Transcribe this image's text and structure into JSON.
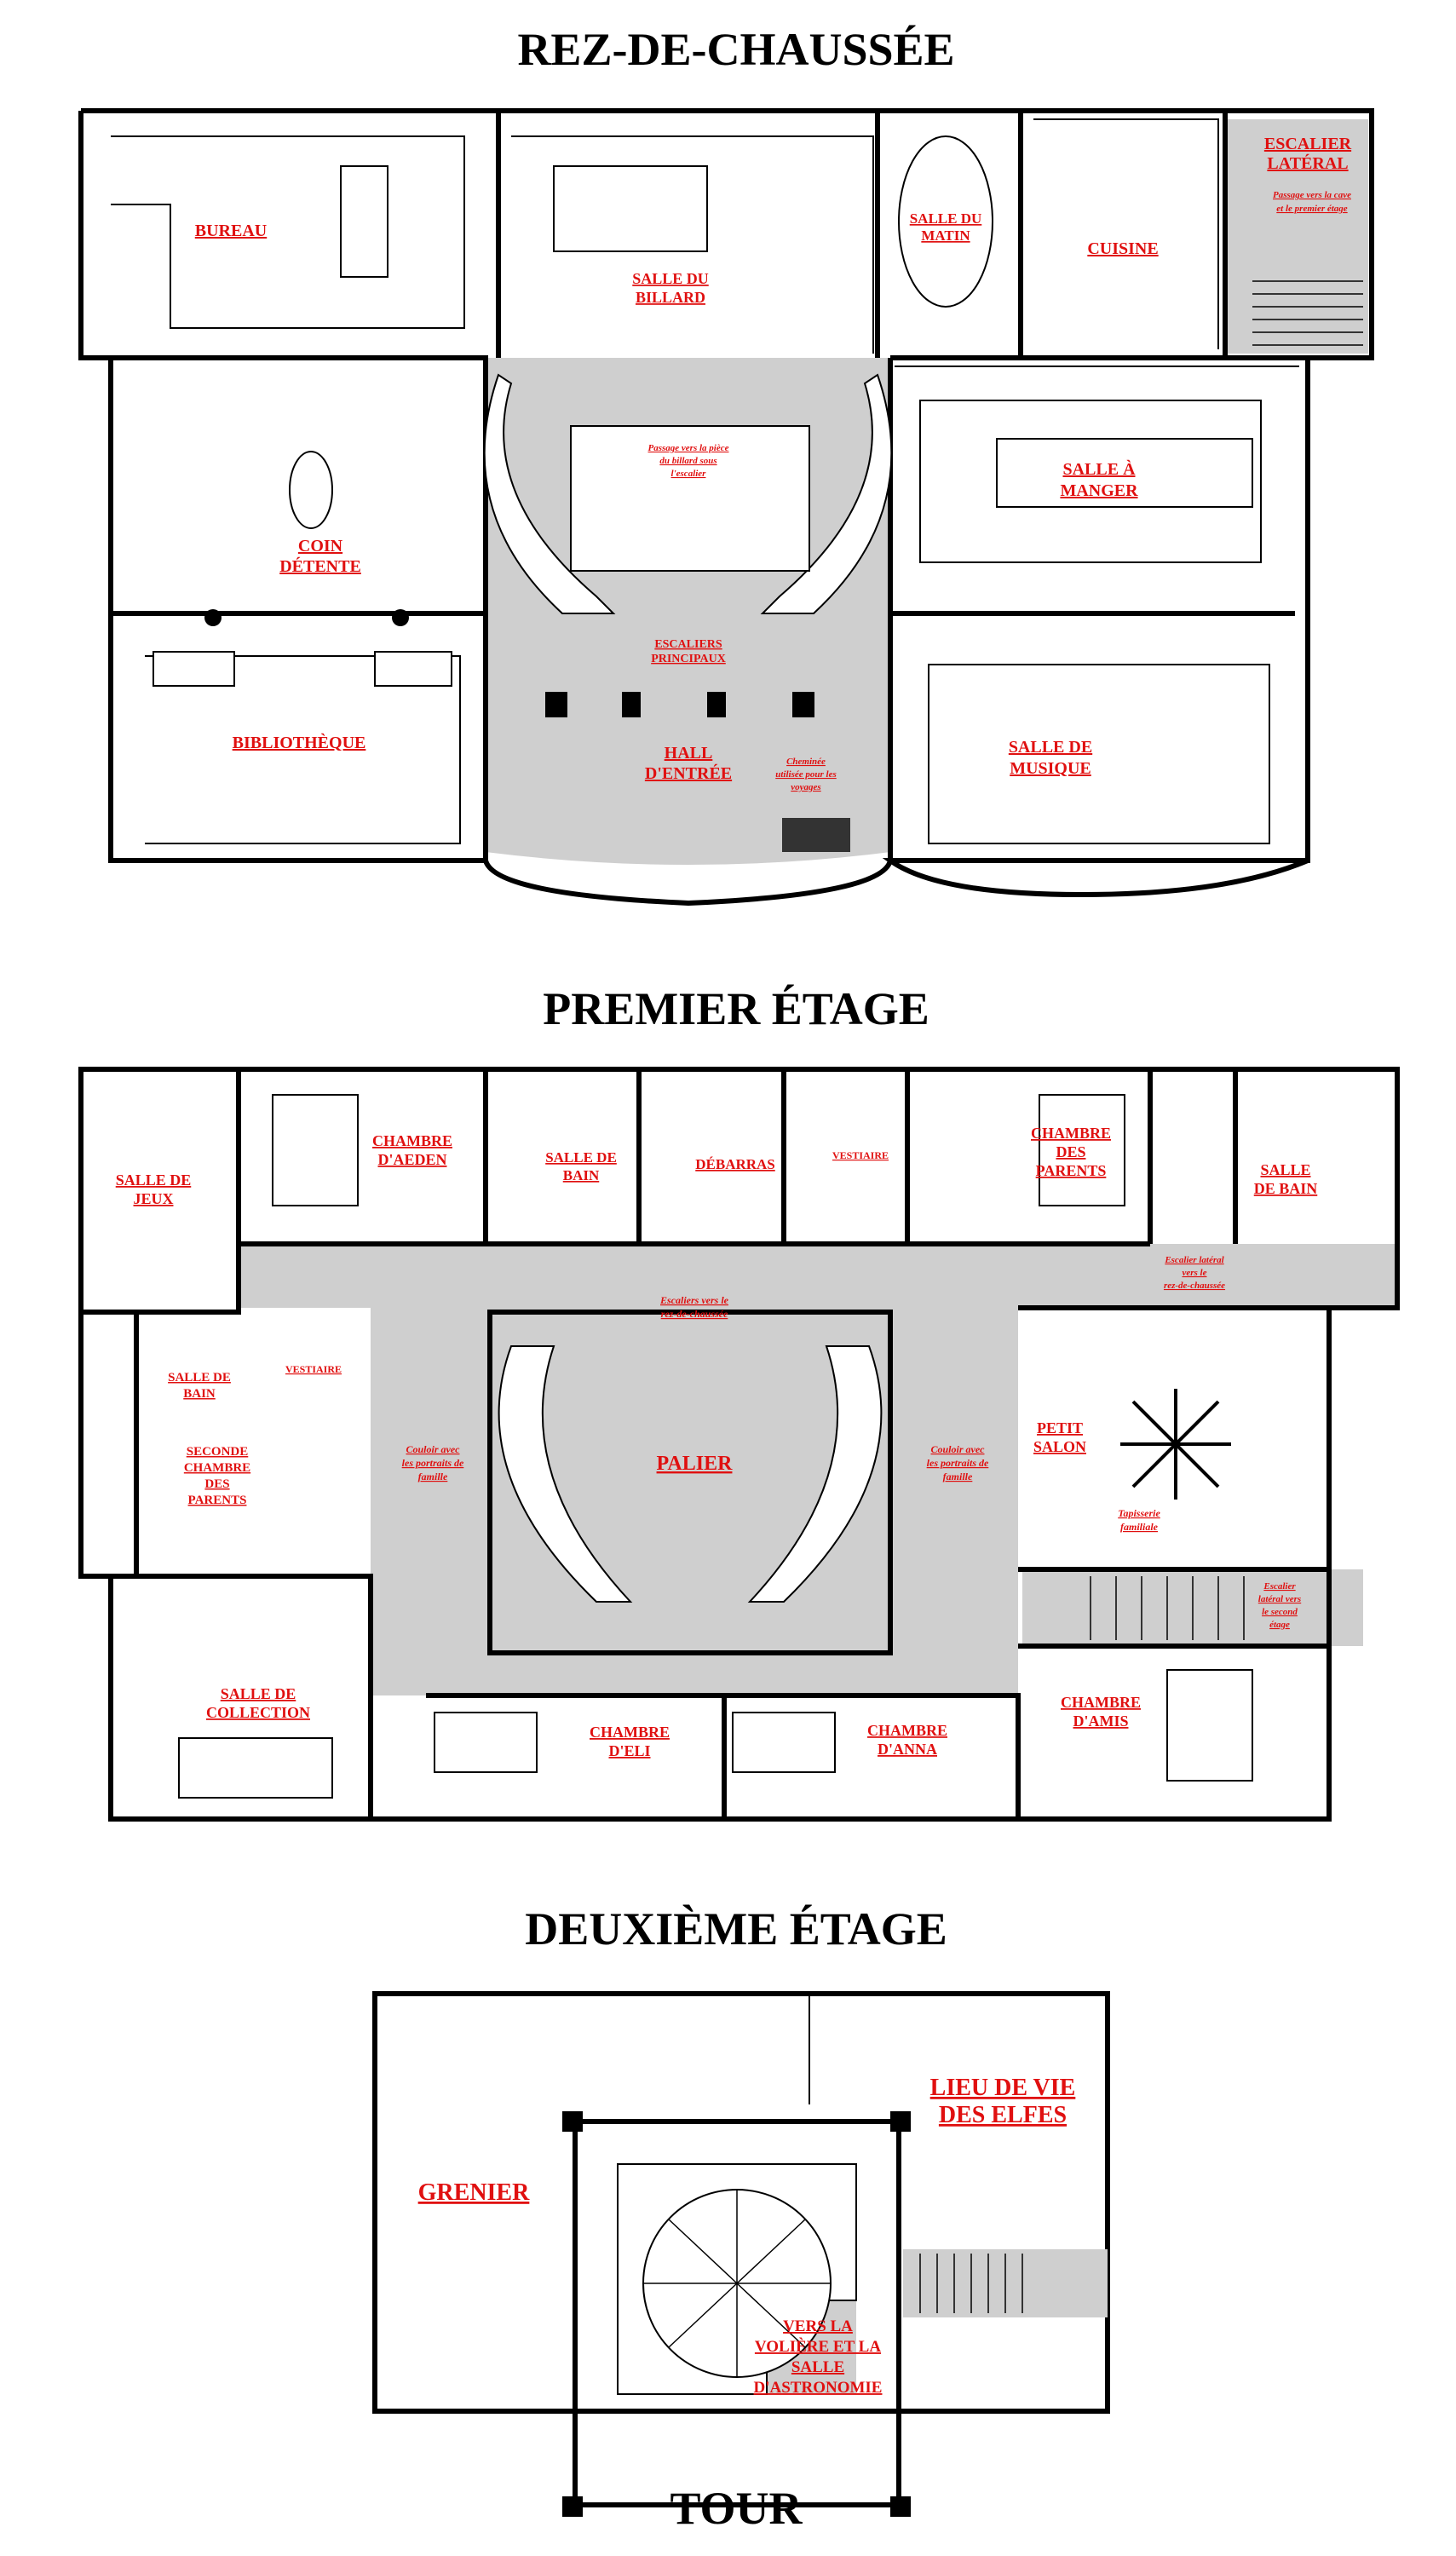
{
  "floors": {
    "ground": "REZ-DE-CHAUSSÉE",
    "first": "PREMIER ÉTAGE",
    "second": "DEUXIÈME ÉTAGE",
    "tower": "TOUR"
  },
  "ground_rooms": {
    "bureau": "BUREAU",
    "billard_1": "SALLE DU",
    "billard_2": "BILLARD",
    "matin_1": "SALLE DU",
    "matin_2": "MATIN",
    "cuisine": "CUISINE",
    "escalier_lat_1": "ESCALIER",
    "escalier_lat_2": "LATÉRAL",
    "escalier_lat_note_1": "Passage vers la cave",
    "escalier_lat_note_2": "et le premier étage",
    "passage_1": "Passage vers la pièce",
    "passage_2": "du billard sous",
    "passage_3": "l'escalier",
    "coin_1": "COIN",
    "coin_2": "DÉTENTE",
    "manger_1": "SALLE À",
    "manger_2": "MANGER",
    "escaliers_1": "ESCALIERS",
    "escaliers_2": "PRINCIPAUX",
    "bibliotheque": "BIBLIOTHÈQUE",
    "hall_1": "HALL",
    "hall_2": "D'ENTRÉE",
    "cheminee_1": "Cheminée",
    "cheminee_2": "utilisée pour les",
    "cheminee_3": "voyages",
    "musique_1": "SALLE DE",
    "musique_2": "MUSIQUE"
  },
  "first_rooms": {
    "jeux_1": "SALLE DE",
    "jeux_2": "JEUX",
    "aeden_1": "CHAMBRE",
    "aeden_2": "D'AEDEN",
    "bain1_1": "SALLE DE",
    "bain1_2": "BAIN",
    "debarras": "DÉBARRAS",
    "vestiaire1": "VESTIAIRE",
    "parents_1": "CHAMBRE",
    "parents_2": "DES",
    "parents_3": "PARENTS",
    "bain2_1": "SALLE",
    "bain2_2": "DE BAIN",
    "esc_rdc_1": "Escalier latéral",
    "esc_rdc_2": "vers le",
    "esc_rdc_3": "rez-de-chaussée",
    "bain3_1": "SALLE DE",
    "bain3_2": "BAIN",
    "vestiaire2": "VESTIAIRE",
    "seconde_1": "SECONDE",
    "seconde_2": "CHAMBRE",
    "seconde_3": "DES",
    "seconde_4": "PARENTS",
    "couloir_l_1": "Couloir avec",
    "couloir_l_2": "les portraits de",
    "couloir_l_3": "famille",
    "esc_vers_1": "Escaliers vers le",
    "esc_vers_2": "rez-de-chaussée",
    "palier": "PALIER",
    "couloir_r_1": "Couloir avec",
    "couloir_r_2": "les portraits de",
    "couloir_r_3": "famille",
    "petit_1": "PETIT",
    "petit_2": "SALON",
    "tapisserie_1": "Tapisserie",
    "tapisserie_2": "familiale",
    "esc_second_1": "Escalier",
    "esc_second_2": "latéral vers",
    "esc_second_3": "le second",
    "esc_second_4": "étage",
    "collection_1": "SALLE DE",
    "collection_2": "COLLECTION",
    "eli_1": "CHAMBRE",
    "eli_2": "D'ELI",
    "anna_1": "CHAMBRE",
    "anna_2": "D'ANNA",
    "amis_1": "CHAMBRE",
    "amis_2": "D'AMIS"
  },
  "second_rooms": {
    "grenier": "GRENIER",
    "elfes_1": "LIEU DE VIE",
    "elfes_2": "DES ELFES",
    "voliere_1": "VERS LA",
    "voliere_2": "VOLIÈRE ET LA",
    "voliere_3": "SALLE",
    "voliere_4": "D'ASTRONOMIE"
  },
  "colors": {
    "label": "#e01010",
    "wall": "#000000",
    "floor_gray": "#cfcfcf"
  }
}
